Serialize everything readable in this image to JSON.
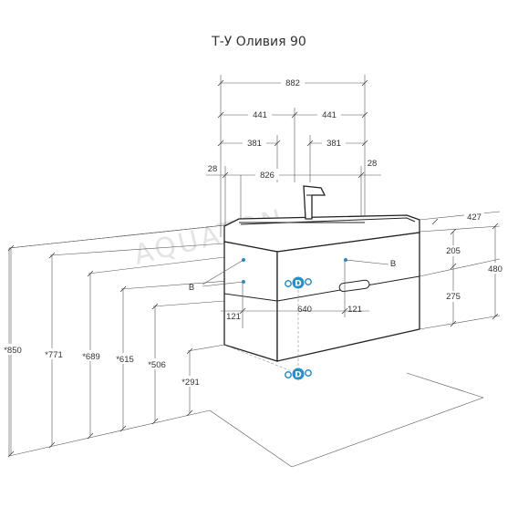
{
  "title": "Т-У Оливия 90",
  "watermark": "AQUATON",
  "dimensions": {
    "total_width": "882",
    "half_left": "441",
    "half_right": "441",
    "tap_left": "381",
    "tap_right": "381",
    "inner_width": "826",
    "side_left": "28",
    "side_right": "28",
    "depth": "427",
    "upper_drawer": "205",
    "lower_drawer": "275",
    "height": "480",
    "left_121": "121",
    "mid_640": "640",
    "right_121": "121",
    "h850": "*850",
    "h771": "*771",
    "h689": "*689",
    "h615": "*615",
    "h506": "*506",
    "h291": "*291"
  },
  "labels": {
    "b_left": "B",
    "b_right": "B",
    "d_upper": "D",
    "d_lower": "D"
  },
  "colors": {
    "accent": "#2a8fc8",
    "line": "#333333"
  }
}
